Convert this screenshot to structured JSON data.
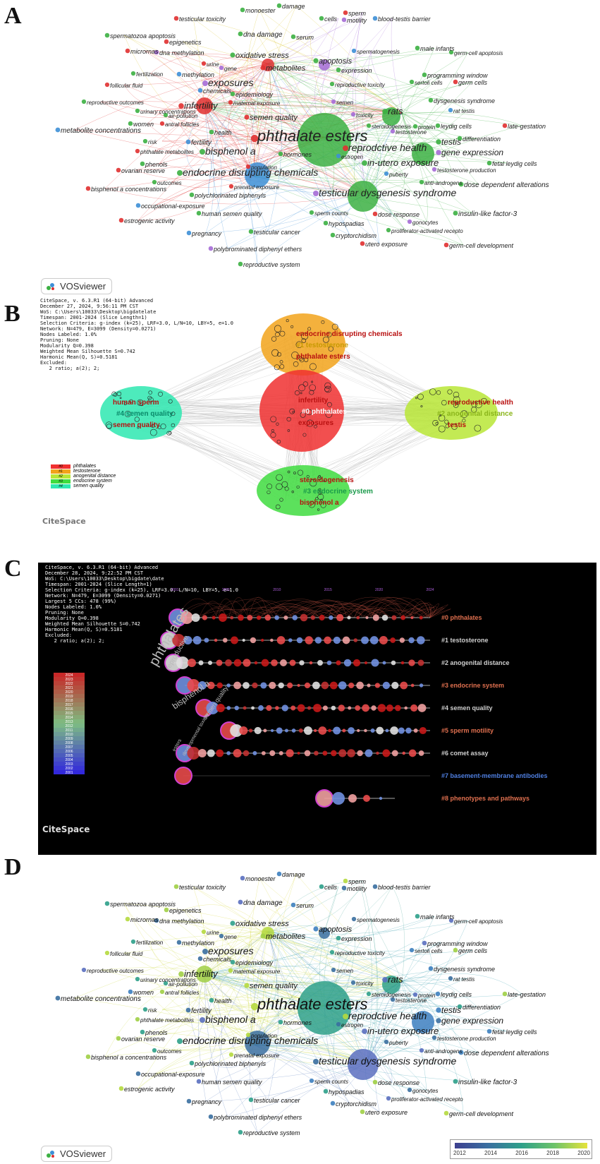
{
  "panels": {
    "a": {
      "letter": "A",
      "badge": "VOSviewer"
    },
    "b": {
      "letter": "B"
    },
    "c": {
      "letter": "C"
    },
    "d": {
      "letter": "D",
      "badge": "VOSviewer"
    }
  },
  "colors": {
    "red": "#e03030",
    "green": "#3cb043",
    "blue": "#3d8fd6",
    "yellow": "#d9c21a",
    "purple": "#a56bd6",
    "cluster_orange": "#f2a31b",
    "cluster_red": "#f03030",
    "cluster_teal": "#2ee8b0",
    "cluster_lime": "#b8e636",
    "cluster_green": "#3fdc3f"
  },
  "vos_a_labels": [
    {
      "t": "monoester",
      "c": "#222"
    },
    {
      "t": "damage",
      "c": "#222"
    },
    {
      "t": "testicular toxicity",
      "c": "#222"
    },
    {
      "t": "sperm",
      "c": "#222"
    },
    {
      "t": "motility",
      "c": "#222"
    },
    {
      "t": "cells",
      "c": "#222"
    },
    {
      "t": "blood-testis barrier",
      "c": "#222"
    },
    {
      "t": "spermatozoa apoptosis",
      "c": "#222"
    },
    {
      "t": "dna damage",
      "c": "#222"
    },
    {
      "t": "serum",
      "c": "#222"
    },
    {
      "t": "epigenetics",
      "c": "#222"
    },
    {
      "t": "micrornas",
      "c": "#222"
    },
    {
      "t": "dna methylation",
      "c": "#222"
    },
    {
      "t": "oxidative stress",
      "c": "#222"
    },
    {
      "t": "spermatogenesis",
      "c": "#222"
    },
    {
      "t": "male infants",
      "c": "#222"
    },
    {
      "t": "germ-cell apoptosis",
      "c": "#222"
    },
    {
      "t": "apoptosis",
      "c": "#222"
    },
    {
      "t": "metabolites",
      "c": "#222"
    },
    {
      "t": "urine",
      "c": "#222"
    },
    {
      "t": "gene",
      "c": "#222"
    },
    {
      "t": "fertilization",
      "c": "#222"
    },
    {
      "t": "methylation",
      "c": "#222"
    },
    {
      "t": "expression",
      "c": "#222"
    },
    {
      "t": "programming window",
      "c": "#222"
    },
    {
      "t": "sertoli cells",
      "c": "#222"
    },
    {
      "t": "germ cells",
      "c": "#222"
    },
    {
      "t": "follicular fluid",
      "c": "#222"
    },
    {
      "t": "exposures",
      "c": "#222"
    },
    {
      "t": "reproductive toxicity",
      "c": "#222"
    },
    {
      "t": "chemicals",
      "c": "#222"
    },
    {
      "t": "epidemiology",
      "c": "#222"
    },
    {
      "t": "reproductive outcomes",
      "c": "#222"
    },
    {
      "t": "dysgenesis syndrome",
      "c": "#222"
    },
    {
      "t": "infertility",
      "c": "#222"
    },
    {
      "t": "maternal exposure",
      "c": "#222"
    },
    {
      "t": "semen",
      "c": "#222"
    },
    {
      "t": "urinary concentrations",
      "c": "#222"
    },
    {
      "t": "rat testis",
      "c": "#222"
    },
    {
      "t": "air-pollution",
      "c": "#222"
    },
    {
      "t": "rats",
      "c": "#222"
    },
    {
      "t": "women",
      "c": "#222"
    },
    {
      "t": "antral follicles",
      "c": "#222"
    },
    {
      "t": "semen quality",
      "c": "#222"
    },
    {
      "t": "toxicity",
      "c": "#222"
    },
    {
      "t": "steroidogenesis",
      "c": "#222"
    },
    {
      "t": "metabolite concentrations",
      "c": "#222"
    },
    {
      "t": "health",
      "c": "#222"
    },
    {
      "t": "protein",
      "c": "#222"
    },
    {
      "t": "leydig cells",
      "c": "#222"
    },
    {
      "t": "late-gestation",
      "c": "#222"
    },
    {
      "t": "phthalate esters",
      "c": "#222"
    },
    {
      "t": "testosterone",
      "c": "#222"
    },
    {
      "t": "risk",
      "c": "#222"
    },
    {
      "t": "fertility",
      "c": "#222"
    },
    {
      "t": "differentiation",
      "c": "#222"
    },
    {
      "t": "bisphenol a",
      "c": "#222"
    },
    {
      "t": "testis",
      "c": "#222"
    },
    {
      "t": "phthalate metabolites",
      "c": "#222"
    },
    {
      "t": "reprodctive health",
      "c": "#222"
    },
    {
      "t": "gene expression",
      "c": "#222"
    },
    {
      "t": "hormones",
      "c": "#222"
    },
    {
      "t": "estrogen",
      "c": "#222"
    },
    {
      "t": "phenols",
      "c": "#222"
    },
    {
      "t": "in-utero exposure",
      "c": "#222"
    },
    {
      "t": "fetal leydig cells",
      "c": "#222"
    },
    {
      "t": "ovarian reserve",
      "c": "#222"
    },
    {
      "t": "population",
      "c": "#222"
    },
    {
      "t": "testosterone production",
      "c": "#222"
    },
    {
      "t": "endocrine disrupting chemicals",
      "c": "#222"
    },
    {
      "t": "puberty",
      "c": "#222"
    },
    {
      "t": "outcomes",
      "c": "#222"
    },
    {
      "t": "anti-androgens",
      "c": "#222"
    },
    {
      "t": "dose dependent alterations",
      "c": "#222"
    },
    {
      "t": "bisphenol a concentrations",
      "c": "#222"
    },
    {
      "t": "prenatal exposure",
      "c": "#222"
    },
    {
      "t": "testicular dysgenesis syndrome",
      "c": "#222"
    },
    {
      "t": "polychlorinated biphenyls",
      "c": "#222"
    },
    {
      "t": "occupational-exposure",
      "c": "#222"
    },
    {
      "t": "insulin-like factor-3",
      "c": "#222"
    },
    {
      "t": "human semen quality",
      "c": "#222"
    },
    {
      "t": "sperm counts",
      "c": "#222"
    },
    {
      "t": "dose response",
      "c": "#222"
    },
    {
      "t": "estrogenic activity",
      "c": "#222"
    },
    {
      "t": "gonocytes",
      "c": "#222"
    },
    {
      "t": "hypospadias",
      "c": "#222"
    },
    {
      "t": "pregnancy",
      "c": "#222"
    },
    {
      "t": "testicular cancer",
      "c": "#222"
    },
    {
      "t": "proliferator-activated recepto",
      "c": "#222"
    },
    {
      "t": "cryptorchidism",
      "c": "#222"
    },
    {
      "t": "utero exposure",
      "c": "#222"
    },
    {
      "t": "germ-cell development",
      "c": "#222"
    },
    {
      "t": "polybrominated diphenyl ethers",
      "c": "#222"
    },
    {
      "t": "reproductive system",
      "c": "#222"
    }
  ],
  "citespace_meta_b": [
    "CiteSpace, v. 6.3.R1 (64-bit) Advanced",
    "December 27, 2024, 9:56:11 PM CST",
    "WoS: C:\\Users\\10033\\Desktop\\bigdatelate",
    "Timespan: 2001-2024 (Slice Length=1)",
    "Selection Criteria: g-index (k=25), LRF=3.0, L/N=10, LBY=5, e=1.0",
    "Network: N=479, E=3099 (Density=0.0271)",
    "Nodes Labeled: 1.0%",
    "Pruning: None",
    "Modularity Q=0.398",
    "Weighted Mean Silhouette S=0.742",
    "Harmonic Mean(Q, S)=0.5181",
    "Excluded:",
    "   2 ratio; a(2); 2;"
  ],
  "clusters_b": [
    {
      "id": "c1",
      "title": "#1 testosterone",
      "terms": [
        "endocrine disrupting chemicals",
        "phthalate esters"
      ]
    },
    {
      "id": "c0",
      "title": "#0 phthalates",
      "terms": [
        "infertility",
        "exposures"
      ]
    },
    {
      "id": "c4",
      "title": "#4 semen quality",
      "terms": [
        "human sperm",
        "semen quality"
      ]
    },
    {
      "id": "c2",
      "title": "#2 anogenital distance",
      "terms": [
        "reproductive health",
        "testis"
      ]
    },
    {
      "id": "c3",
      "title": "#3 endocrine system",
      "terms": [
        "steroidogenesis",
        "bisphenol a"
      ]
    }
  ],
  "legend_b": [
    {
      "code": "#0",
      "label": "phthalates",
      "color": "#f03030"
    },
    {
      "code": "#1",
      "label": "testosterone",
      "color": "#f2a31b"
    },
    {
      "code": "#2",
      "label": "anogenital distance",
      "color": "#b8e636"
    },
    {
      "code": "#3",
      "label": "endocrine system",
      "color": "#3fdc3f"
    },
    {
      "code": "#4",
      "label": "semen quality",
      "color": "#2ee8b0"
    }
  ],
  "logo_citespace": "CiteSpace",
  "citespace_meta_c": [
    "CiteSpace, v. 6.3.R1 (64-bit) Advanced",
    "December 28, 2024, 9:22:52 PM CST",
    "WoS: C:\\Users\\10033\\Desktop\\bigdate\\date",
    "Timespan: 2001-2024 (Slice Length=1)",
    "Selection Criteria: g-index (k=25), LRF=3.0, L/N=10, LBY=5, e=1.0",
    "Network: N=479, E=3099 (Density=0.0271)",
    "Largest 5 CCs: 478 (99%)",
    "Nodes Labeled: 1.0%",
    "Pruning: None",
    "Modularity Q=0.398",
    "Weighted Mean Silhouette S=0.742",
    "Harmonic Mean(Q, S)=0.5181",
    "Excluded:",
    "   2 ratio; a(2); 2;"
  ],
  "timeline_years": [
    "2001",
    "2005",
    "2010",
    "2015",
    "2020",
    "2024"
  ],
  "timeline_rows": [
    {
      "label": "#0 phthalates",
      "color": "#e0704f"
    },
    {
      "label": "#1 testosterone",
      "color": "#cfcfcf"
    },
    {
      "label": "#2 anogenital distance",
      "color": "#cfcfcf"
    },
    {
      "label": "#3 endocrine system",
      "color": "#e0704f"
    },
    {
      "label": "#4 semen quality",
      "color": "#cfcfcf"
    },
    {
      "label": "#5 sperm motility",
      "color": "#e0704f"
    },
    {
      "label": "#6 comet assay",
      "color": "#cfcfcf"
    },
    {
      "label": "#7 basement-membrane antibodies",
      "color": "#4f7fe0"
    },
    {
      "label": "#8 phenotypes and pathways",
      "color": "#e0704f"
    }
  ],
  "timeline_colorscale": [
    "2024",
    "2023",
    "2022",
    "2021",
    "2020",
    "2019",
    "2018",
    "2017",
    "2016",
    "2015",
    "2014",
    "2013",
    "2012",
    "2011",
    "2010",
    "2009",
    "2008",
    "2007",
    "2006",
    "2005",
    "2004",
    "2003",
    "2002",
    "2001"
  ],
  "timeline_node_labels": [
    "phthalates",
    "reproductive",
    "bisphenol a",
    "semen quality",
    "esters",
    "developmental toxicity"
  ],
  "vos_d_colorbar": [
    "2012",
    "2014",
    "2016",
    "2018",
    "2020"
  ]
}
